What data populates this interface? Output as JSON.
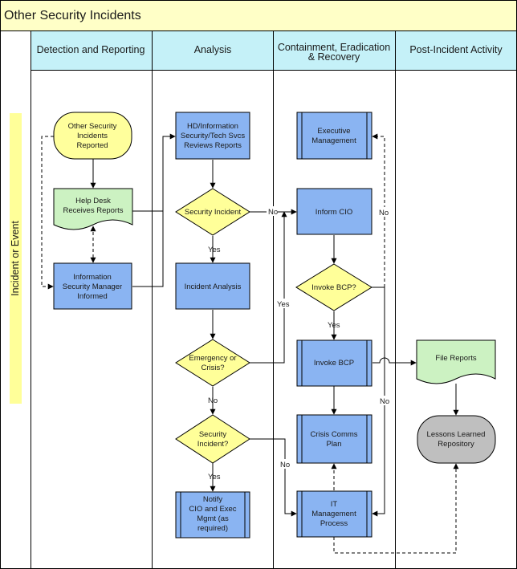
{
  "title": "Other Security Incidents",
  "lanes": [
    "Detection and Reporting",
    "Analysis",
    "Containment, Eradication & Recovery",
    "Post-Incident Activity"
  ],
  "row_label": "Incident or Event",
  "colors": {
    "header_fill": "#ffffc7",
    "lane_header_fill": "#c5f1f8",
    "process_fill": "#8ab4f2",
    "decision_fill": "#ffff99",
    "start_fill": "#ffff9c",
    "document_fill": "#ccf2c2",
    "terminal_fill": "#bfbfbf",
    "border": "#000000"
  },
  "nodes": {
    "other_security": "Other Security Incidents Reported",
    "help_desk": "Help Desk Receives Reports",
    "info_sec_mgr": "Information Security Manager Informed",
    "hd_info": "HD/Information Security/Tech Svcs Reviews Reports",
    "sec_incident_1": "Security Incident",
    "incident_analysis": "Incident Analysis",
    "emergency": "Emergency or Crisis?",
    "sec_incident_2": "Security Incident?",
    "notify": "Notify CIO and Exec Mgmt (as required)",
    "exec_mgmt": "Executive Management",
    "inform_cio": "Inform CIO",
    "invoke_bcp_q": "Invoke BCP?",
    "invoke_bcp": "Invoke BCP",
    "crisis_comms": "Crisis Comms Plan",
    "it_mgmt": "IT Management Process",
    "file_reports": "File Reports",
    "lessons": "Lessons Learned Repository"
  },
  "edge_labels": {
    "no_1": "No",
    "yes_1": "Yes",
    "yes_2": "Yes",
    "no_2": "No",
    "no_3": "No",
    "yes_3": "Yes",
    "no_4": "No",
    "yes_4": "Yes",
    "no_5": "No"
  }
}
